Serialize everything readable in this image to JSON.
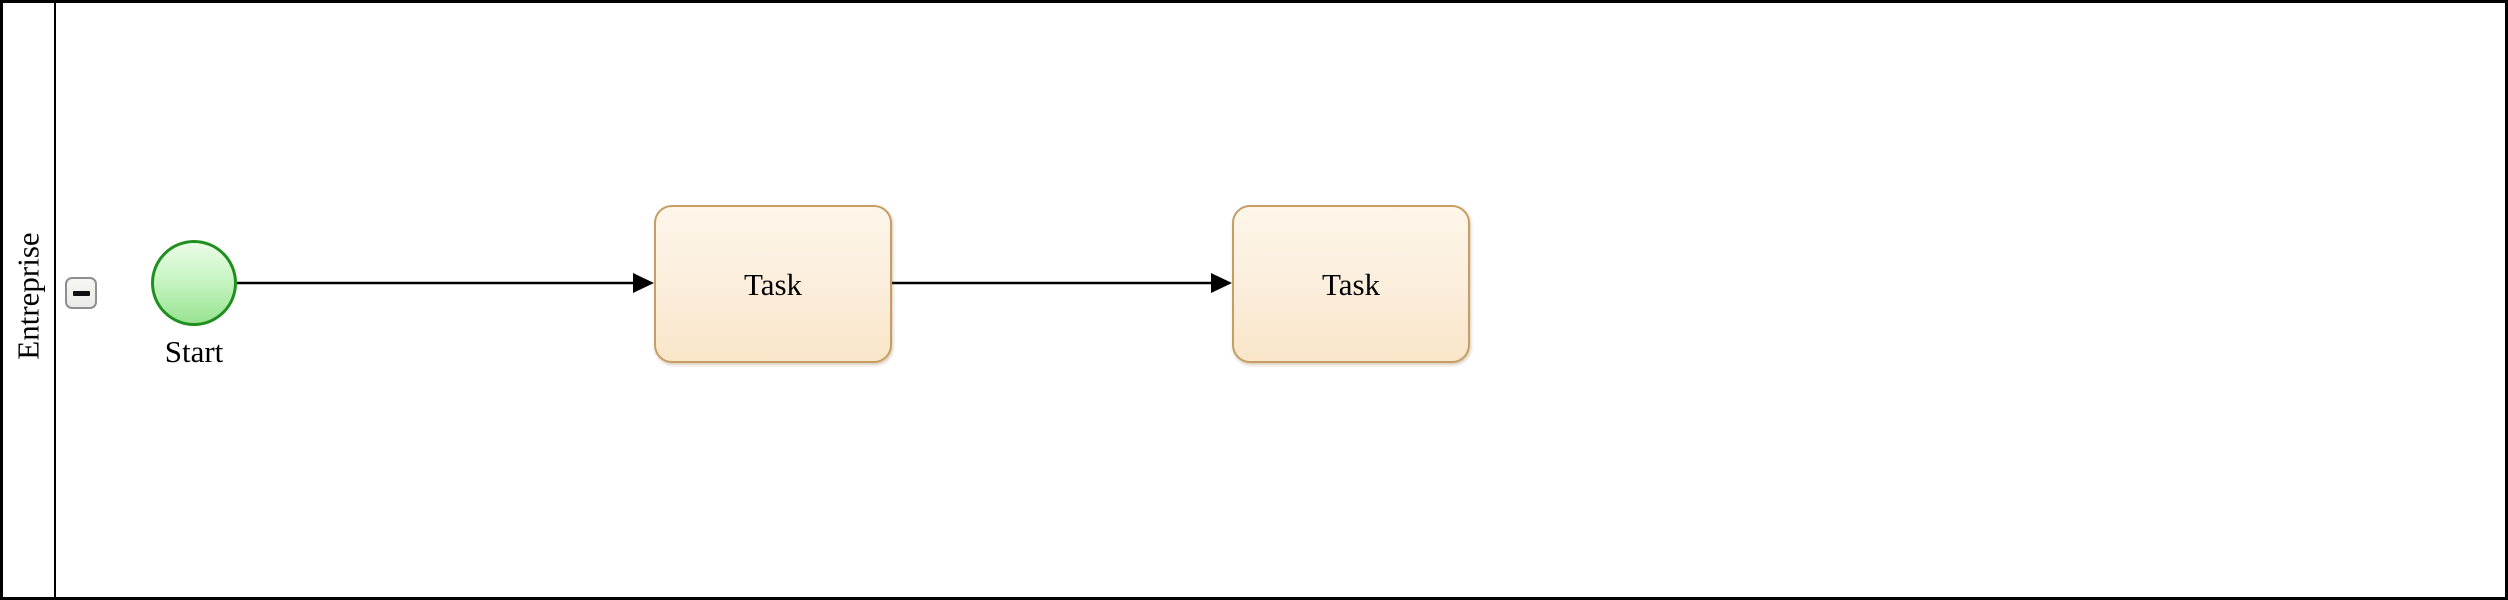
{
  "diagram": {
    "type": "bpmn-process",
    "pool": {
      "name": "Entreprise",
      "collapse_button": {
        "icon": "minus-icon",
        "state": "expanded"
      }
    },
    "nodes": [
      {
        "id": "start-event",
        "type": "startEvent",
        "label": "Start"
      },
      {
        "id": "task-1",
        "type": "task",
        "label": "Task"
      },
      {
        "id": "task-2",
        "type": "task",
        "label": "Task"
      }
    ],
    "flows": [
      {
        "id": "flow-1",
        "from": "start-event",
        "to": "task-1"
      },
      {
        "id": "flow-2",
        "from": "task-1",
        "to": "task-2"
      }
    ],
    "colors": {
      "pool_border": "#000000",
      "start_event_stroke": "#1f8f1f",
      "start_event_fill_top": "#eafce6",
      "start_event_fill_bottom": "#98e392",
      "task_stroke": "#c59e63",
      "task_fill_top": "#fdf6e9",
      "task_fill_bottom": "#f9e6c8",
      "flow_stroke": "#000000",
      "collapse_button_border": "#8f8f8f",
      "collapse_button_fill": "#f1f1ef"
    }
  }
}
